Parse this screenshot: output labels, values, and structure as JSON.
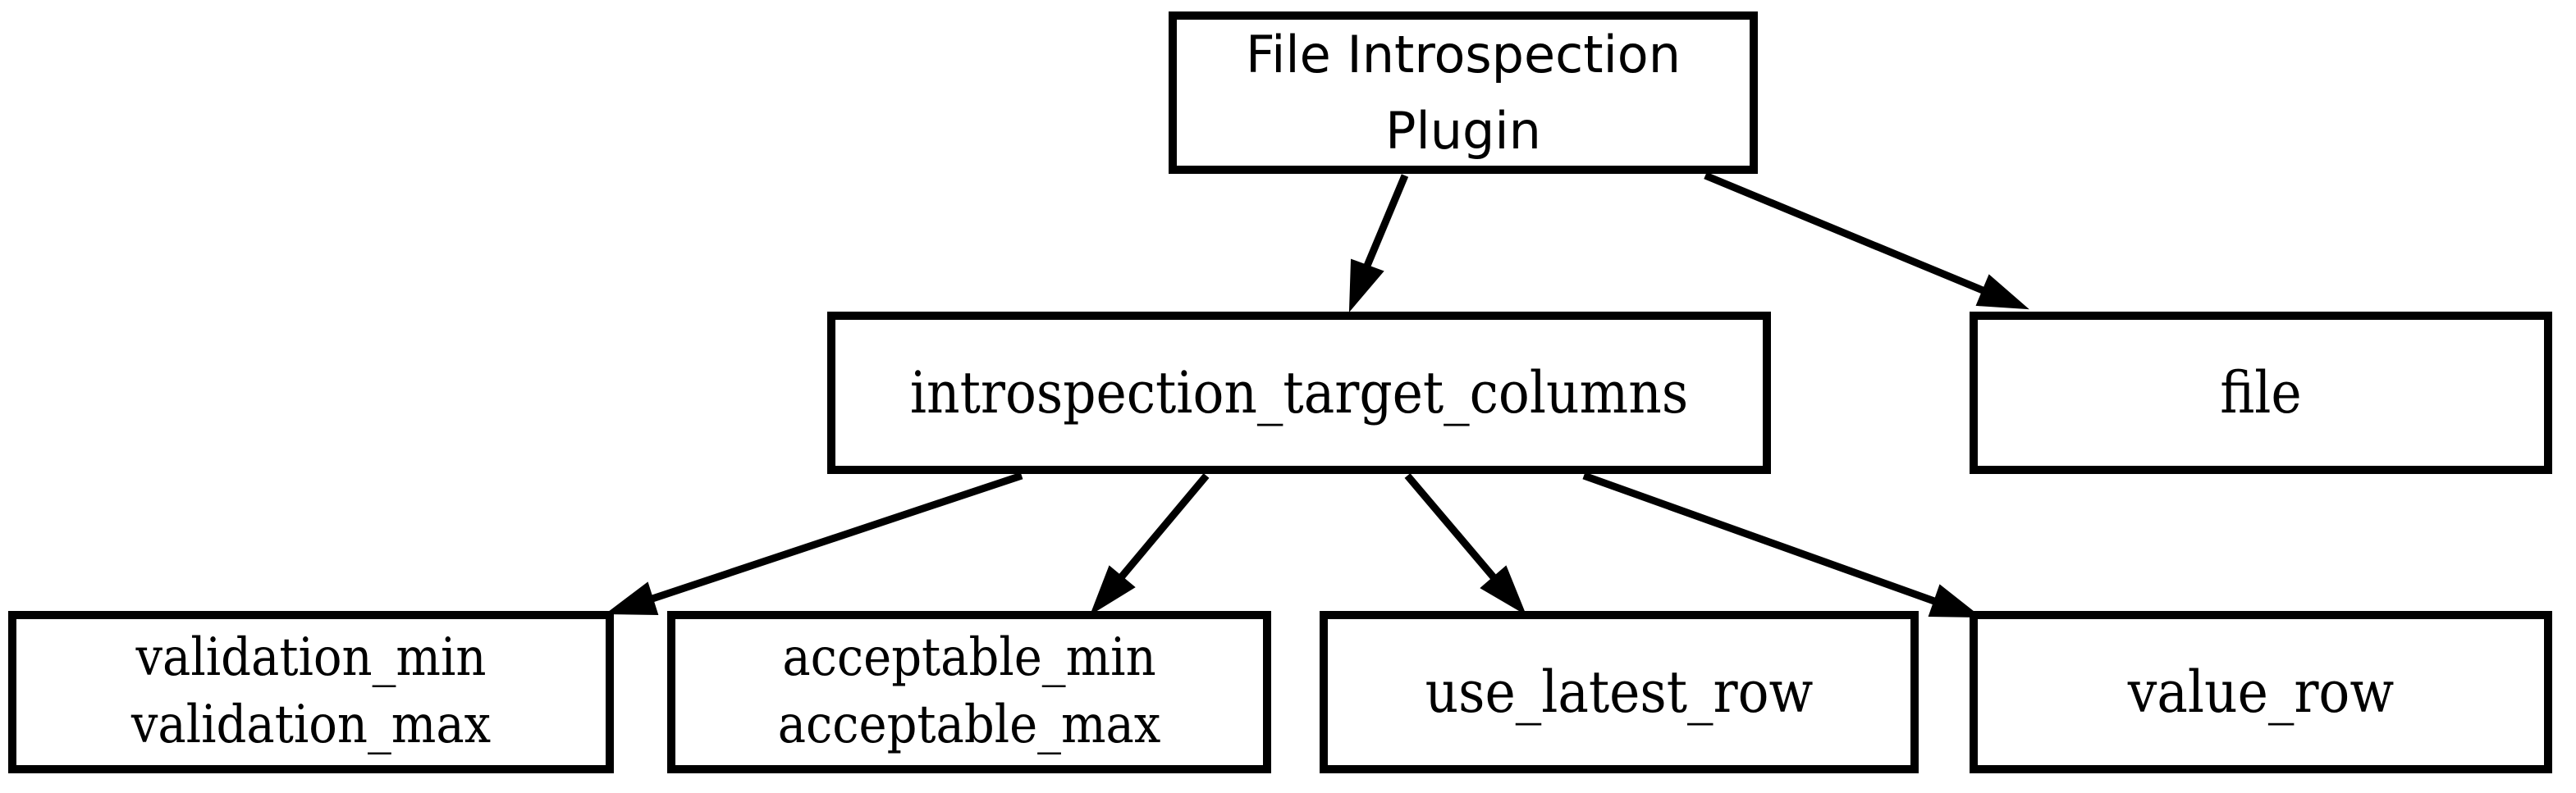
{
  "diagram": {
    "type": "flowchart",
    "background_color": "#ffffff",
    "node_fill_color": "#ffffff",
    "node_border_color": "#000000",
    "edge_color": "#000000",
    "nodes": {
      "plugin": {
        "lines": [
          "File Introspection",
          "Plugin"
        ]
      },
      "itc": {
        "label": "introspection_target_columns"
      },
      "file": {
        "label": "file"
      },
      "validation": {
        "lines": [
          "validation_min",
          "validation_max"
        ]
      },
      "acceptable": {
        "lines": [
          "acceptable_min",
          "acceptable_max"
        ]
      },
      "use_latest": {
        "label": "use_latest_row"
      },
      "value_row": {
        "label": "value_row"
      }
    },
    "edges": [
      {
        "from": "File Introspection Plugin",
        "to": "introspection_target_columns"
      },
      {
        "from": "File Introspection Plugin",
        "to": "file"
      },
      {
        "from": "introspection_target_columns",
        "to": "validation_min validation_max"
      },
      {
        "from": "introspection_target_columns",
        "to": "acceptable_min acceptable_max"
      },
      {
        "from": "introspection_target_columns",
        "to": "use_latest_row"
      },
      {
        "from": "introspection_target_columns",
        "to": "value_row"
      }
    ]
  }
}
